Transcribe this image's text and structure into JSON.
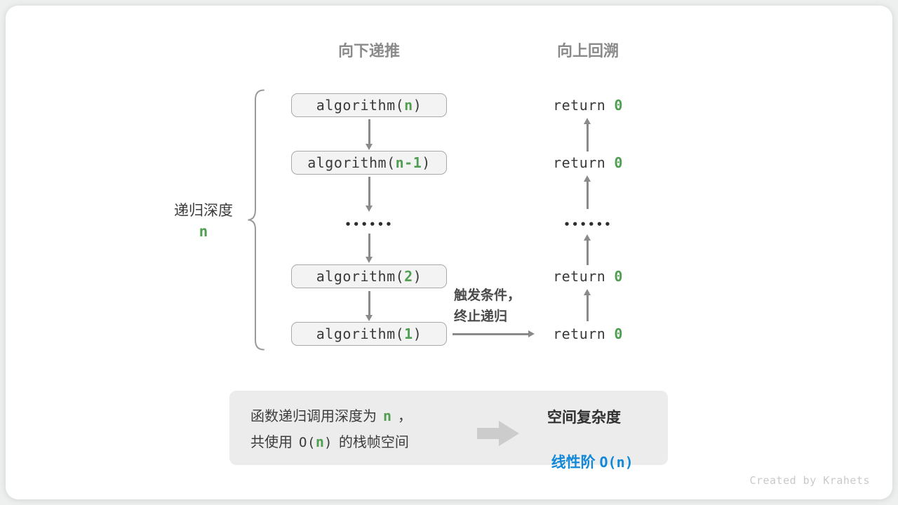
{
  "headers": {
    "recurse": "向下递推",
    "backtrack": "向上回溯"
  },
  "depth": {
    "label": "递归深度",
    "value": "n"
  },
  "calls": [
    {
      "pre": "algorithm(",
      "arg": "n",
      "post": ")"
    },
    {
      "pre": "algorithm(",
      "arg": "n-1",
      "post": ")"
    },
    {
      "pre": "algorithm(",
      "arg": "2",
      "post": ")"
    },
    {
      "pre": "algorithm(",
      "arg": "1",
      "post": ")"
    }
  ],
  "returns": [
    {
      "kw": "return",
      "val": "0"
    },
    {
      "kw": "return",
      "val": "0"
    },
    {
      "kw": "return",
      "val": "0"
    },
    {
      "kw": "return",
      "val": "0"
    }
  ],
  "ellipsis": "••••••",
  "annotation": {
    "line1": "触发条件，",
    "line2": "终止递归"
  },
  "summary": {
    "line1": {
      "pre": "函数递归调用深度为",
      "var": "n",
      "post": "，"
    },
    "line2": {
      "pre": "共使用",
      "code_open": "O(",
      "var": "n",
      "code_close": ")",
      "post": "的栈帧空间"
    },
    "right_title": "空间复杂度",
    "right_label": "线性阶 ",
    "right_code": "O(n)"
  },
  "credit": "Created by Krahets",
  "colors": {
    "accent_green": "#4f9e52",
    "accent_blue": "#1289d8",
    "arrow_gray": "#8a8a8a",
    "header_gray": "#8a8a8a",
    "box_fill": "#f3f3f3",
    "box_border": "#a9a9a9",
    "panel_fill": "#ececec",
    "credit_gray": "#c9c9c9"
  }
}
